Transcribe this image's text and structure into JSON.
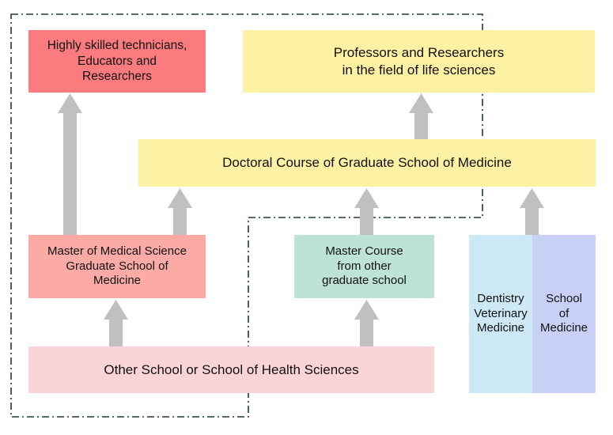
{
  "boxes": {
    "highly_skilled": {
      "label": "Highly skilled technicians,\nEducators and\nResearchers",
      "color": "#fb7b7e"
    },
    "professors": {
      "label": "Professors and Researchers\nin the field of life sciences",
      "color": "#fdf1a3"
    },
    "doctoral": {
      "label": "Doctoral Course of Graduate School of Medicine",
      "color": "#fdf1a3"
    },
    "master_medical": {
      "label": "Master of Medical Science\nGraduate School of\nMedicine",
      "color": "#fcaaa6"
    },
    "master_other": {
      "label": "Master Course\nfrom other\ngraduate school",
      "color": "#bde3d8"
    },
    "dentistry": {
      "label": "Dentistry\nVeterinary\nMedicine",
      "color": "#cde9f5"
    },
    "school_medicine": {
      "label": "School\nof\nMedicine",
      "color": "#c8d0f5"
    },
    "other_school": {
      "label": "Other School or School of Health Sciences",
      "color": "#fad4d6"
    }
  },
  "colors": {
    "arrow": "#c0c0c0",
    "dashed_border": "#1f3a3a"
  }
}
